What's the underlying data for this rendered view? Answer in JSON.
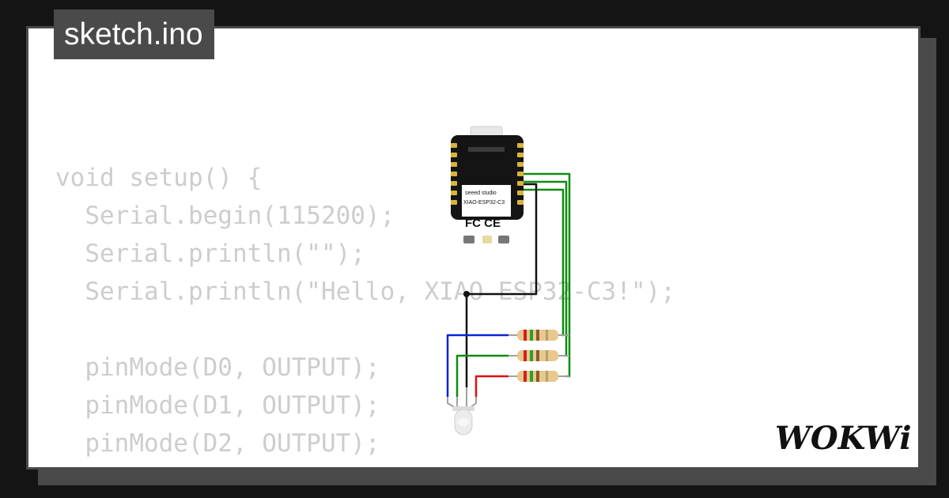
{
  "file_tab": {
    "name": "sketch.ino"
  },
  "code": {
    "lines": [
      "void setup() {",
      "  Serial.begin(115200);",
      "  Serial.println(\"\");",
      "  Serial.println(\"Hello, XIAO ESP32-C3!\");",
      "",
      "  pinMode(D0, OUTPUT);",
      "  pinMode(D1, OUTPUT);",
      "  pinMode(D2, OUTPUT);"
    ]
  },
  "board": {
    "brand": "seeed studio",
    "model": "XIAO-ESP32-C3",
    "certs": "FC CE"
  },
  "logo": {
    "text": "WOKWi"
  },
  "colors": {
    "background": "#141414",
    "frame": "#4a4a4a",
    "code_text": "#cdcdcd",
    "wire_green": "#108b10",
    "wire_black": "#111111",
    "wire_blue": "#0b23d6",
    "wire_red": "#e01010"
  }
}
